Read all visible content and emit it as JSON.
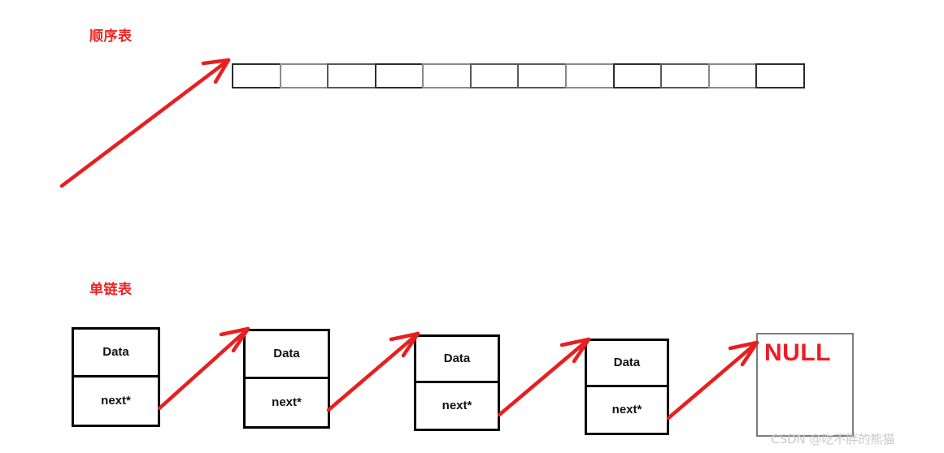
{
  "diagram": {
    "sections": {
      "sequential": {
        "label": "顺序表",
        "array": {
          "cell_count": 12,
          "cells": [
            "",
            "",
            "",
            "",
            "",
            "",
            "",
            "",
            "",
            "",
            "",
            ""
          ]
        }
      },
      "linked": {
        "label": "单链表",
        "nodes": [
          {
            "data_label": "Data",
            "next_label": "next*"
          },
          {
            "data_label": "Data",
            "next_label": "next*"
          },
          {
            "data_label": "Data",
            "next_label": "next*"
          },
          {
            "data_label": "Data",
            "next_label": "next*"
          }
        ],
        "terminator": "NULL"
      }
    },
    "colors": {
      "accent_red": "#ef2121",
      "arrow_red": "#e81f1f",
      "null_red": "#ee1c25",
      "node_border": "#000000",
      "array_border": "#6b6b6b",
      "null_border": "#7d7d7d",
      "watermark": "#c9c9c9"
    },
    "watermark": "CSDN @吃不胖的熊猫"
  }
}
